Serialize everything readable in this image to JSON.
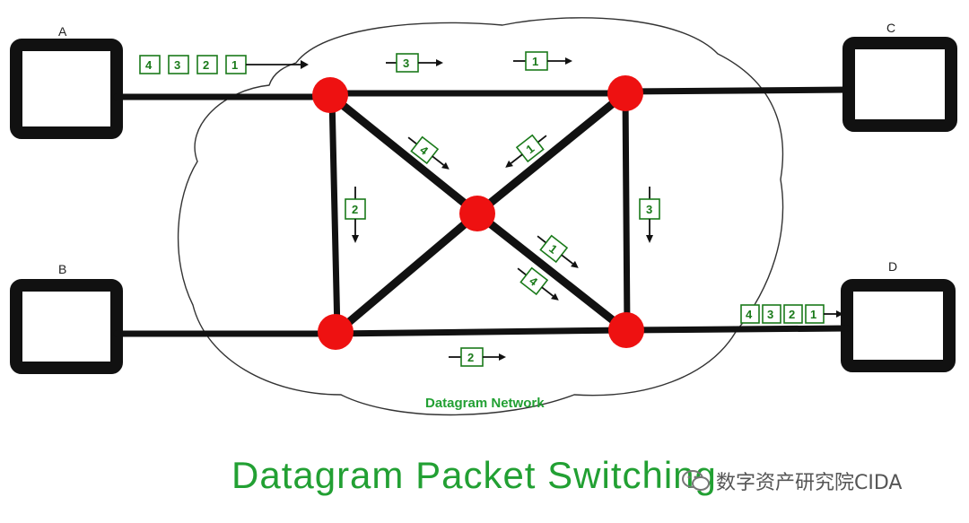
{
  "hosts": {
    "a": "A",
    "b": "B",
    "c": "C",
    "d": "D"
  },
  "packets": {
    "a_queue": [
      "4",
      "3",
      "2",
      "1"
    ],
    "top_left_link": "3",
    "top_right_link": "1",
    "left_vertical": "2",
    "right_vertical": "3",
    "diag_upper_left": "4",
    "diag_upper_right": "1",
    "diag_lower_right_a": "1",
    "diag_lower_right_b": "4",
    "bottom_link": "2",
    "d_queue": [
      "4",
      "3",
      "2",
      "1"
    ]
  },
  "network_label": "Datagram Network",
  "title": "Datagram Packet Switching",
  "watermark": "数字资产研究院CIDA",
  "colors": {
    "node": "#ee1111",
    "link": "#111111",
    "label_green": "#22a033"
  }
}
